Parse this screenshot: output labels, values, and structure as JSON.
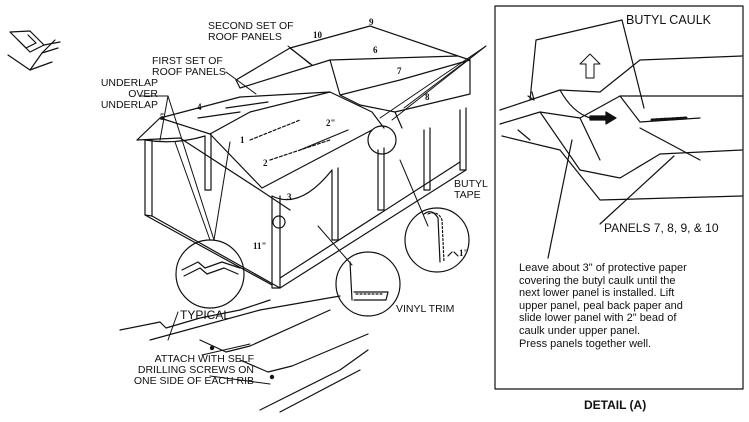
{
  "labels": {
    "second_set": [
      "SECOND SET OF",
      "ROOF PANELS"
    ],
    "first_set": [
      "FIRST SET OF",
      "ROOF PANELS"
    ],
    "underlap": [
      "UNDERLAP",
      "OVER",
      "UNDERLAP"
    ],
    "butyl_tape": [
      "BUTYL",
      "TAPE"
    ],
    "typical": "TYPICAL",
    "vinyl_trim": "VINYL TRIM",
    "attach": [
      "ATTACH WITH SELF",
      "DRILLING SCREWS ON",
      "ONE SIDE OF EACH RIB"
    ],
    "butyl_caulk": "BUTYL CAULK",
    "panels": "PANELS 7, 8, 9, & 10",
    "detail_caption": "DETAIL (A)"
  },
  "panel_numbers": [
    "1",
    "2",
    "3",
    "4",
    "5",
    "6",
    "7",
    "8",
    "9",
    "10"
  ],
  "dimensions": {
    "two_inch": "2\"",
    "eleven_inch": "11\"",
    "one_inch": "1\""
  },
  "instructions": [
    "Leave about 3\" of protective paper",
    "covering the butyl caulk until the",
    "next lower panel is installed. Lift",
    "upper panel, peal back paper and",
    "slide lower panel with 2\" bead of",
    "caulk under upper panel.",
    "Press panels together well."
  ]
}
